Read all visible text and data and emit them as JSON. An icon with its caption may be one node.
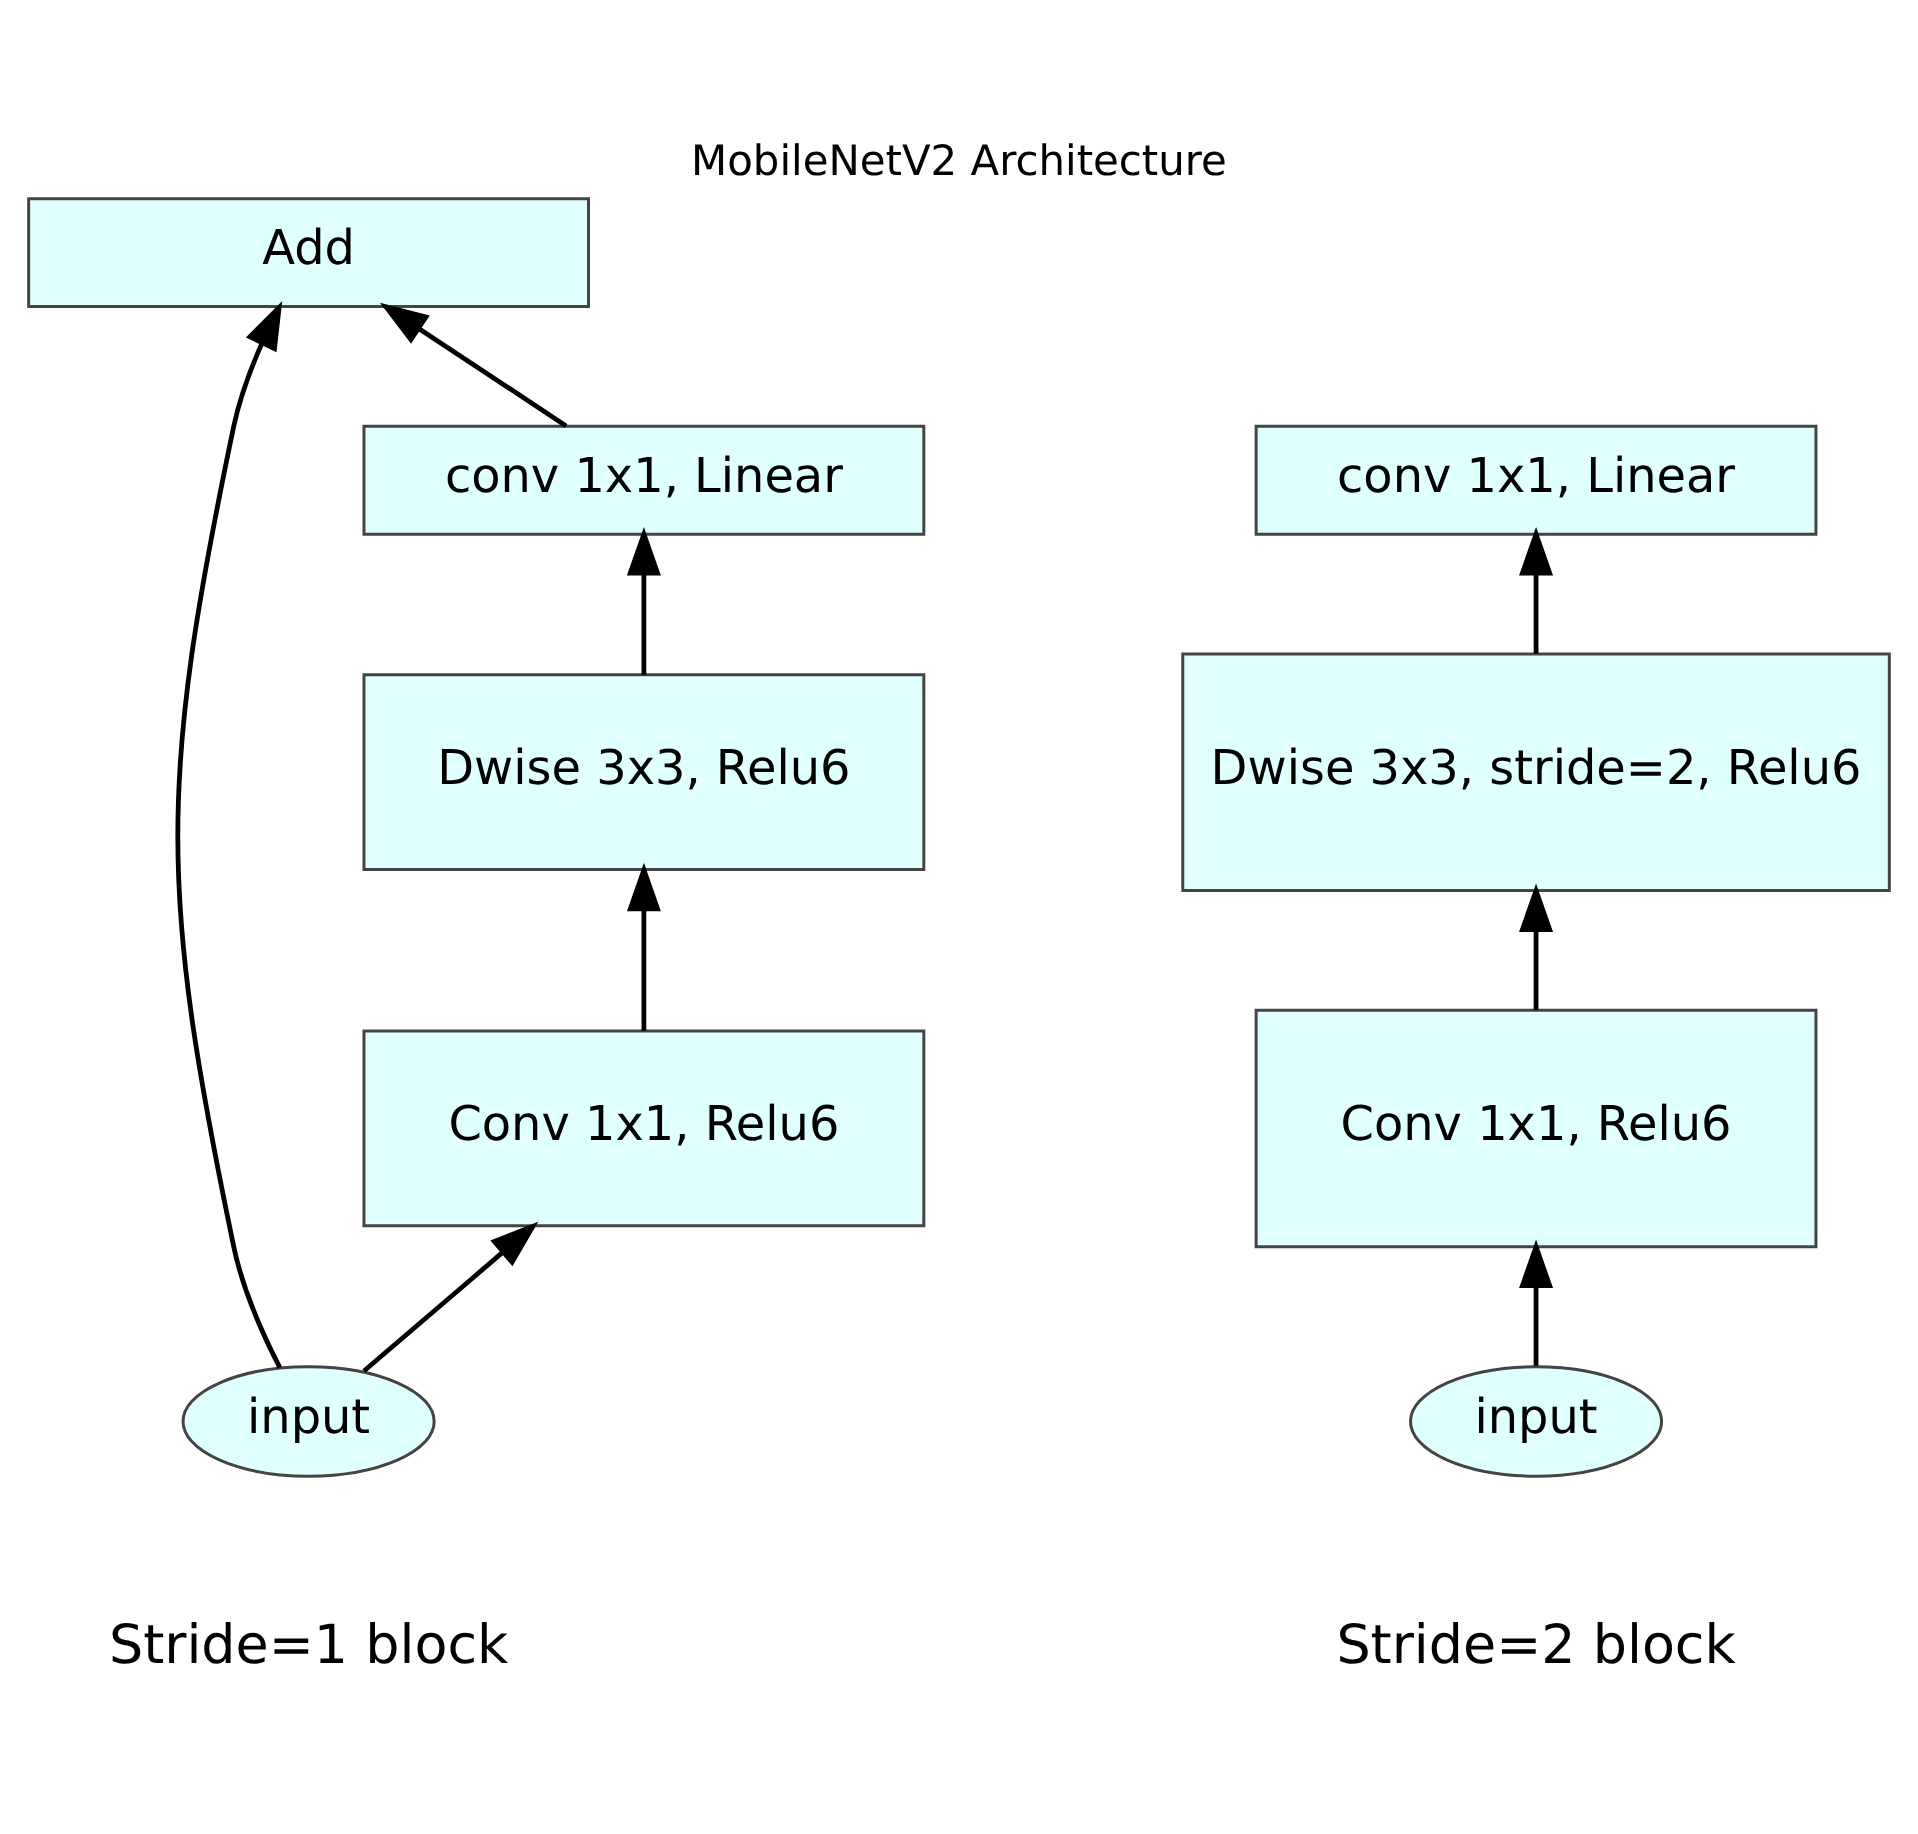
{
  "diagram": {
    "title": "MobileNetV2 Architecture",
    "nodes": [
      {
        "text": [
          "Add"
        ]
      },
      {
        "text": [
          "conv 1x1, Linear"
        ]
      },
      {
        "text": [
          "Dwise 3x3, Relu6"
        ]
      },
      {
        "text": [
          "Conv 1x1, Relu6"
        ]
      },
      {
        "text": [
          "input"
        ]
      },
      {
        "text": [
          "conv 1x1, Linear"
        ]
      },
      {
        "text": [
          "Dwise 3x3, stride=2, Relu6"
        ]
      },
      {
        "text": [
          "Conv 1x1, Relu6"
        ]
      },
      {
        "text": [
          "input"
        ]
      }
    ],
    "edges": [
      {
        "from": 4,
        "to": 3,
        "arrow": "to"
      },
      {
        "from": 3,
        "to": 2,
        "arrow": "to"
      },
      {
        "from": 2,
        "to": 1,
        "arrow": "to"
      },
      {
        "from": 1,
        "to": 0,
        "arrow": "to"
      },
      {
        "from": 4,
        "to": 0,
        "arrow": "to"
      },
      {
        "from": 8,
        "to": 7,
        "arrow": "to"
      },
      {
        "from": 7,
        "to": 6,
        "arrow": "to"
      },
      {
        "from": 6,
        "to": 5,
        "arrow": "to"
      }
    ],
    "labels": [
      "Stride=1 block",
      "Stride=2 block"
    ]
  }
}
